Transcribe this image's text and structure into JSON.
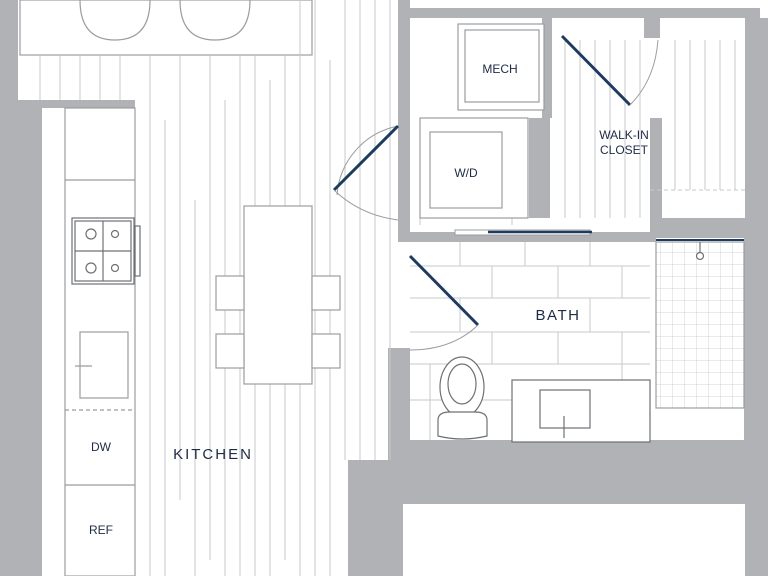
{
  "plan": {
    "colors": {
      "wall": "#b0b2b5",
      "floor": "#ffffff",
      "plank_line": "#c7c9cc",
      "fixture_line": "#9a9ca0",
      "door": "#1f3a5f",
      "text": "#1f2a44"
    },
    "rooms": {
      "kitchen": "KITCHEN",
      "bath": "BATH",
      "mech": "MECH",
      "wd": "W/D",
      "closet_line1": "WALK-IN",
      "closet_line2": "CLOSET"
    },
    "appliances": {
      "dw": "DW",
      "ref": "REF"
    }
  }
}
